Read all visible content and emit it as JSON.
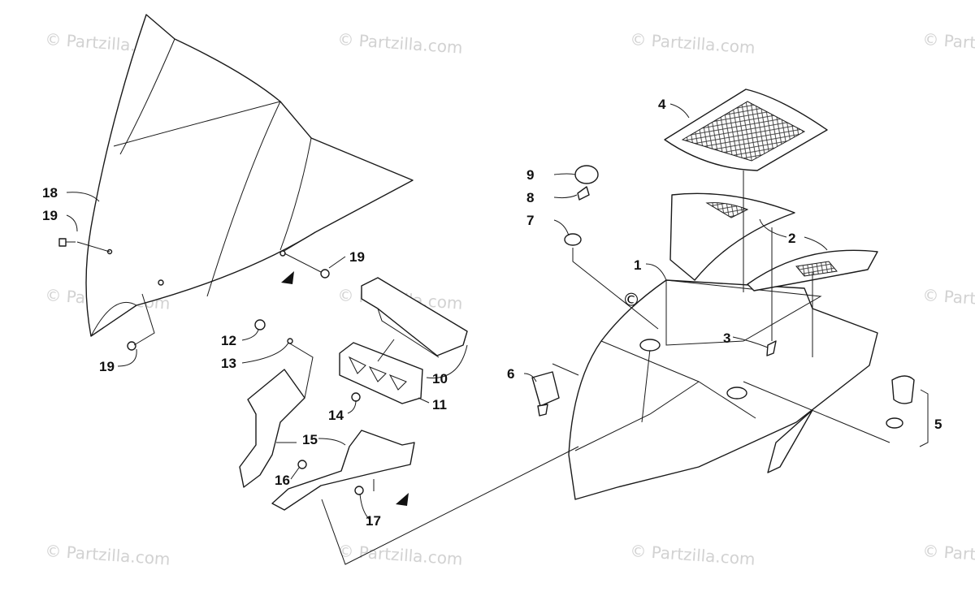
{
  "diagram": {
    "callouts": [
      "1",
      "2",
      "3",
      "4",
      "5",
      "6",
      "7",
      "8",
      "9",
      "10",
      "11",
      "12",
      "13",
      "14",
      "15",
      "16",
      "17",
      "18",
      "19",
      "19",
      "19"
    ],
    "watermark": "© Partzilla.com"
  }
}
